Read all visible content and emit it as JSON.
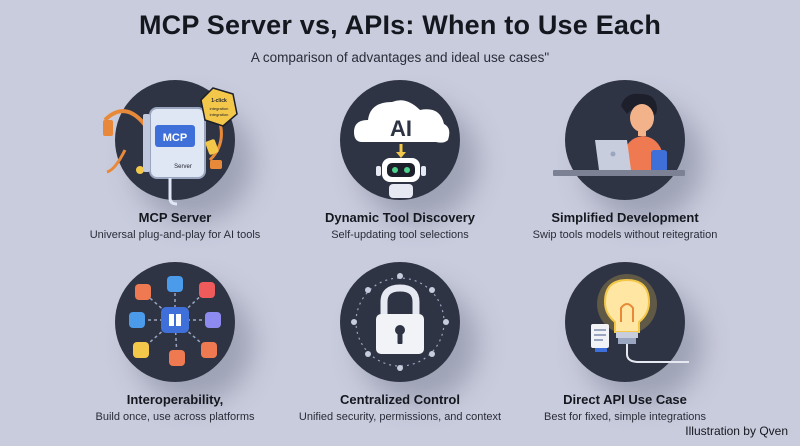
{
  "header": {
    "title": "MCP Server vs, APIs: When to Use Each",
    "subtitle": "A comparison of advantages and ideal use cases\""
  },
  "cards": [
    {
      "title": "MCP Server",
      "desc": "Universal plug-and-play for AI tools",
      "icon": "mcp-server-icon",
      "icon_text": "MCP",
      "icon_subtext": "Server",
      "badge_text": "1-click integration integration"
    },
    {
      "title": "Dynamic Tool Discovery",
      "desc": "Self-updating tool selections",
      "icon": "ai-cloud-robot-icon",
      "icon_text": "AI"
    },
    {
      "title": "Simplified Development",
      "desc": "Swip tools models without reitegration",
      "icon": "developer-laptop-icon"
    },
    {
      "title": "Interoperability,",
      "desc": "Build once, use across platforms",
      "icon": "app-hub-icon"
    },
    {
      "title": "Centralized Control",
      "desc": "Unified security, permissions, and context",
      "icon": "padlock-icon"
    },
    {
      "title": "Direct API Use Case",
      "desc": "Best for fixed, simple integrations",
      "icon": "lightbulb-icon"
    }
  ],
  "footer": {
    "credit": "Illustration by Qven"
  },
  "colors": {
    "background": "#c9ccdd",
    "circle": "#2f3444",
    "accent_orange": "#e8893a",
    "accent_yellow": "#f3c74a",
    "accent_blue": "#3f6fd8"
  }
}
